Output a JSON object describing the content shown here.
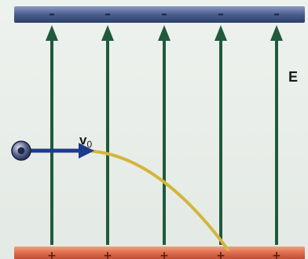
{
  "figure": {
    "field_label": "E",
    "velocity_label": "v",
    "velocity_subscript": "0",
    "top_plate": {
      "sign": "–",
      "charge_marks": 5,
      "color": "#4a5f8f"
    },
    "bottom_plate": {
      "sign": "+",
      "charge_marks": 5,
      "color": "#d9694a"
    },
    "field_line_count": 5,
    "colors": {
      "background": "#e9eee9",
      "field_line": "#1f5a3c",
      "velocity_arrow": "#1e3a8c",
      "trajectory": "#d4b53c",
      "label": "#1a1a1a"
    },
    "icons": {
      "particle": "charged-particle-icon",
      "field_arrow": "arrow-up-icon",
      "velocity_arrow": "arrow-right-icon"
    }
  }
}
